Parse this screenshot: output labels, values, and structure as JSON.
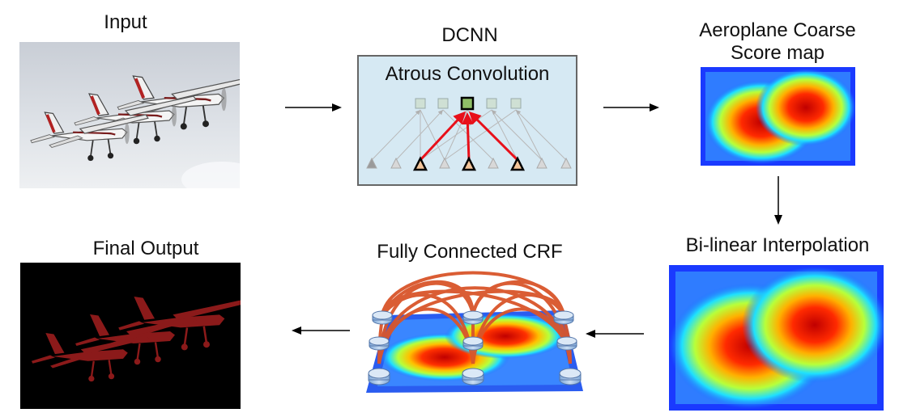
{
  "labels": {
    "input": "Input",
    "dcnn": "DCNN",
    "atrous": "Atrous Convolution",
    "coarse_line1": "Aeroplane Coarse",
    "coarse_line2": "Score map",
    "bilinear": "Bi-linear Interpolation",
    "crf": "Fully Connected CRF",
    "final": "Final Output"
  },
  "colors": {
    "dcnn_box_fill": "#d6e9f3",
    "dcnn_box_border": "#666666",
    "highlight_red": "#e8101a",
    "gray_arrow": "#b0b0b0",
    "crf_arc": "#d9552a",
    "plane_output_red": "#8b1a1a",
    "heat_low": "#1a3aff",
    "heat_high": "#c00000"
  },
  "icons": [
    "plane-photo",
    "neural-network-diagram",
    "heatmap",
    "crf-graph",
    "segmentation-mask"
  ]
}
